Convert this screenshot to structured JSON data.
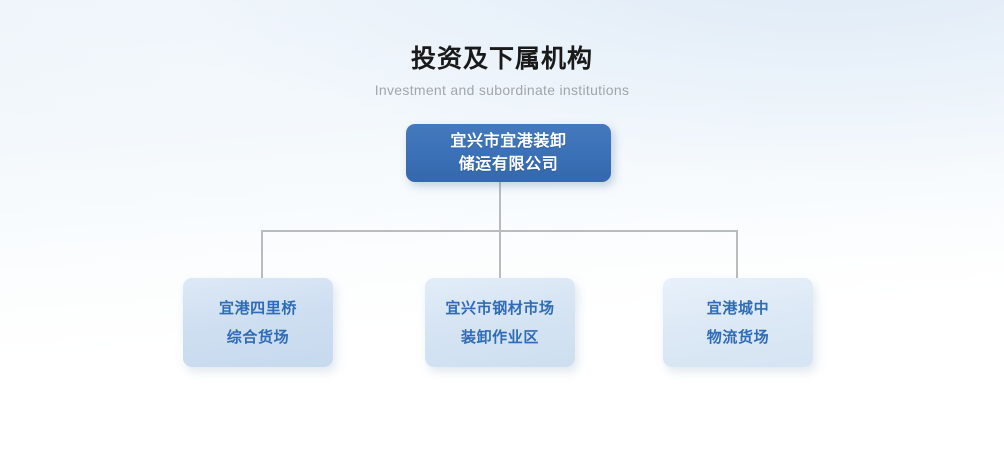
{
  "heading": {
    "title": "投资及下属机构",
    "subtitle": "Investment and subordinate institutions"
  },
  "colors": {
    "root_node_fill": "#3b73b9",
    "root_node_text": "#ffffff",
    "child_node_fill": "#cfdff0",
    "child_node_text": "#2f6cb5",
    "connector_line": "#b9bcbf",
    "title_text": "#1a1a1a",
    "subtitle_text": "#a2a6aa",
    "background_top": "#e7f0f9",
    "background_bottom": "#ffffff"
  },
  "chart_data": {
    "type": "diagram",
    "diagram_type": "org-chart",
    "title": "投资及下属机构",
    "subtitle": "Investment and subordinate institutions",
    "orientation": "top-down",
    "levels": 2,
    "root": {
      "id": "root",
      "lines": [
        "宜兴市宜港装卸",
        "储运有限公司"
      ],
      "full_text": "宜兴市宜港装卸储运有限公司"
    },
    "children": [
      {
        "id": "child-0",
        "lines": [
          "宜港四里桥",
          "综合货场"
        ],
        "full_text": "宜港四里桥综合货场"
      },
      {
        "id": "child-1",
        "lines": [
          "宜兴市钢材市场",
          "装卸作业区"
        ],
        "full_text": "宜兴市钢材市场装卸作业区"
      },
      {
        "id": "child-2",
        "lines": [
          "宜港城中",
          "物流货场"
        ],
        "full_text": "宜港城中物流货场"
      }
    ]
  }
}
